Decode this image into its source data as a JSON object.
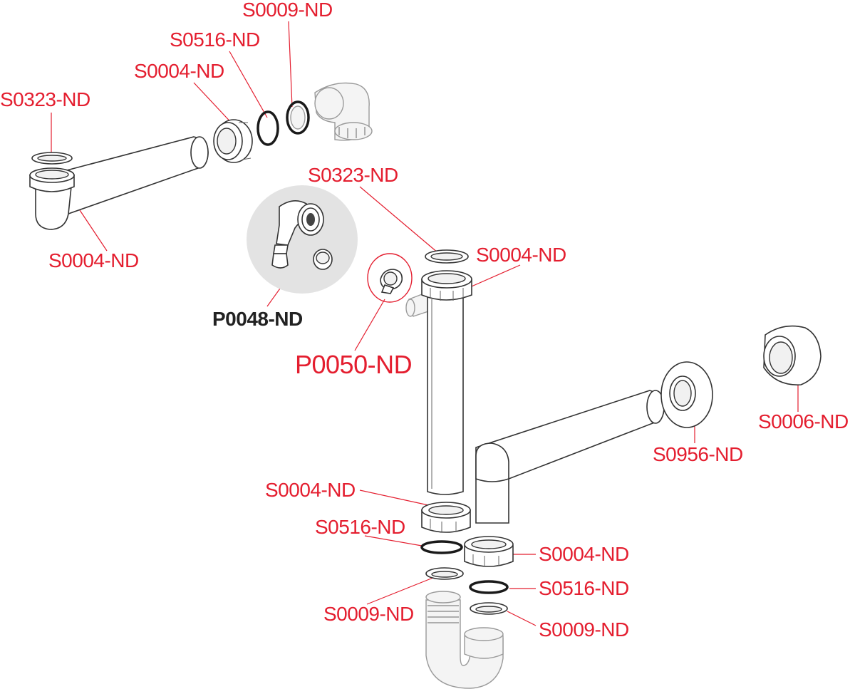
{
  "colors": {
    "label": "#e41e2f",
    "kit_label": "#222222",
    "kit_bg": "#e3e3e3",
    "outline": "#333333"
  },
  "labels": {
    "top_s0009": "S0009-ND",
    "top_s0516": "S0516-ND",
    "top_s0004": "S0004-ND",
    "left_s0323": "S0323-ND",
    "left_s0004": "S0004-ND",
    "kit_p0048": "P0048-ND",
    "mid_s0323": "S0323-ND",
    "mid_s0004": "S0004-ND",
    "plug_p0050": "P0050-ND",
    "right_s0006": "S0006-ND",
    "right_s0956": "S0956-ND",
    "low_s0004_a": "S0004-ND",
    "low_s0516_a": "S0516-ND",
    "low_s0004_b": "S0004-ND",
    "low_s0516_b": "S0516-ND",
    "low_s0009_a": "S0009-ND",
    "low_s0009_b": "S0009-ND"
  }
}
